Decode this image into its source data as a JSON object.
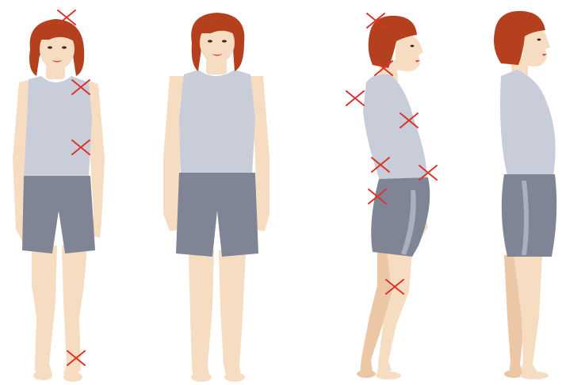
{
  "scene": {
    "description_free": true,
    "colors": {
      "skin": "#f6dcc0",
      "skin_shadow": "#ebc7a6",
      "hair": "#b4401e",
      "hair_dark": "#8f2f14",
      "top": "#c9cdd9",
      "top_shadow": "#b3b8c8",
      "shorts": "#7f8595",
      "shorts_dark": "#6a7080",
      "stripe": "#aab0be",
      "marker": "#d8362c",
      "lips": "#c9504a"
    },
    "figures": [
      {
        "view": "front",
        "posture": "incorrect"
      },
      {
        "view": "front",
        "posture": "correct"
      },
      {
        "view": "side",
        "posture": "incorrect"
      },
      {
        "view": "side",
        "posture": "correct"
      }
    ],
    "marker_icon": "x-mark"
  }
}
